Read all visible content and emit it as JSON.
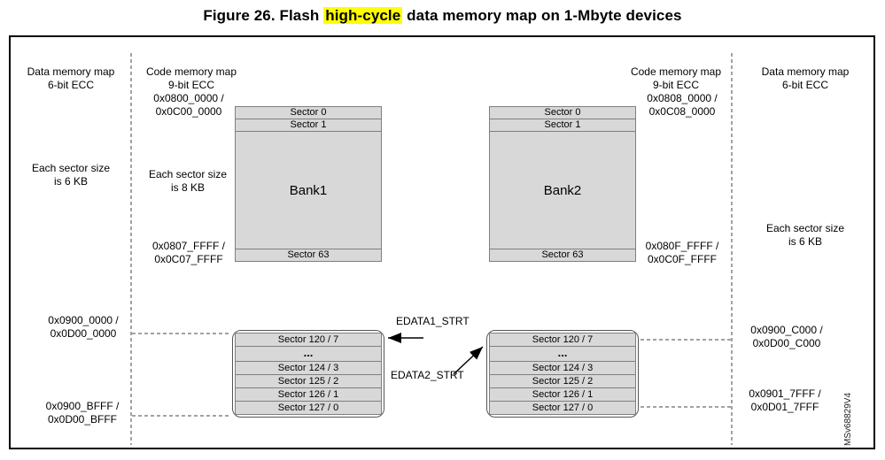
{
  "title": {
    "part1": "Figure 26. Flash ",
    "highlight": "high-cycle",
    "part2": " data memory map on 1-Mbyte devices"
  },
  "left_data_col": {
    "header": "Data memory map\n6-bit ECC",
    "sector_size": "Each sector size\nis 6 KB",
    "edata_start_addr": "0x0900_0000 /\n0x0D00_0000",
    "edata_end_addr": "0x0900_BFFF /\n0x0D00_BFFF"
  },
  "left_code_col": {
    "header": "Code memory map\n9-bit ECC",
    "start_addr": "0x0800_0000 /\n0x0C00_0000",
    "sector_size": "Each sector size\nis 8 KB",
    "end_addr": "0x0807_FFFF /\n0x0C07_FFFF"
  },
  "right_code_col": {
    "header": "Code memory map\n9-bit ECC",
    "start_addr": "0x0808_0000 /\n0x0C08_0000",
    "end_addr": "0x080F_FFFF /\n0x0C0F_FFFF"
  },
  "right_data_col": {
    "header": "Data memory map\n6-bit ECC",
    "sector_size": "Each sector size\nis 6 KB",
    "edata_start_addr": "0x0900_C000 /\n0x0D00_C000",
    "edata_end_addr": "0x0901_7FFF /\n0x0D01_7FFF"
  },
  "bank1": {
    "name": "Bank1",
    "sector_top_0": "Sector 0",
    "sector_top_1": "Sector 1",
    "sector_bottom": "Sector 63"
  },
  "bank2": {
    "name": "Bank2",
    "sector_top_0": "Sector 0",
    "sector_top_1": "Sector 1",
    "sector_bottom": "Sector 63"
  },
  "edata1": {
    "pointer_label": "EDATA1_STRT",
    "sectors": [
      "Sector 120 / 7",
      "...",
      "Sector 124 / 3",
      "Sector 125 / 2",
      "Sector 126 / 1",
      "Sector 127 / 0"
    ]
  },
  "edata2": {
    "pointer_label": "EDATA2_STRT",
    "sectors": [
      "Sector 120 / 7",
      "...",
      "Sector 124 / 3",
      "Sector 125 / 2",
      "Sector 126 / 1",
      "Sector 127 / 0"
    ]
  },
  "watermark": "MSv68829V4"
}
